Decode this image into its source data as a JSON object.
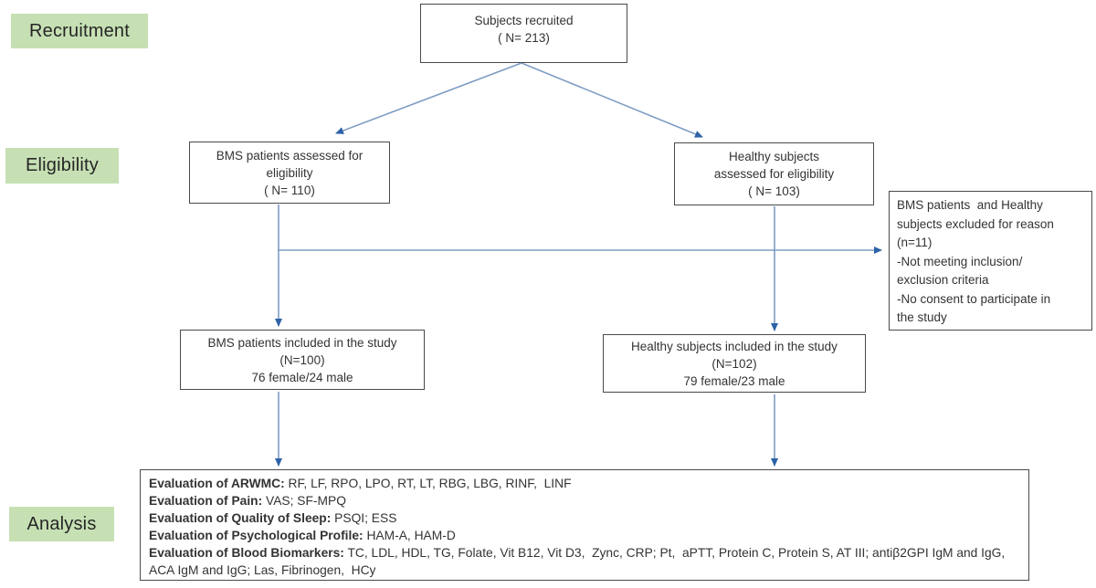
{
  "figure": {
    "type": "flowchart",
    "description_visible": false
  },
  "stage_labels": {
    "recruitment": "Recruitment",
    "eligibility": "Eligibility",
    "analysis": "Analysis"
  },
  "boxes": {
    "recruited": {
      "lines": [
        "Subjects recruited",
        "( N= 213)"
      ]
    },
    "bms_assessed": {
      "lines": [
        "BMS patients assessed for",
        "eligibility",
        "( N= 110)"
      ]
    },
    "healthy_assessed": {
      "lines": [
        "Healthy subjects",
        "assessed for eligibility",
        "( N= 103)"
      ]
    },
    "excluded": {
      "lines": [
        "BMS patients  and Healthy",
        "subjects excluded for reason",
        "(n=11)",
        "-Not meeting inclusion/",
        "exclusion criteria",
        "-No consent to participate in",
        "the study"
      ]
    },
    "bms_included": {
      "lines": [
        "BMS patients included in the study",
        "(N=100)",
        "76 female/24 male"
      ]
    },
    "healthy_included": {
      "lines": [
        "Healthy subjects included in the study",
        "(N=102)",
        "79 female/23 male"
      ]
    }
  },
  "analysis_box": {
    "entries": [
      {
        "label": "Evaluation of ARWMC:",
        "value": " RF, LF, RPO, LPO, RT, LT, RBG, LBG, RINF,  LINF"
      },
      {
        "label": "Evaluation of Pain:",
        "value": " VAS; SF-MPQ"
      },
      {
        "label": "Evaluation of Quality of Sleep:",
        "value": " PSQI; ESS"
      },
      {
        "label": "Evaluation of Psychological Profile:",
        "value": " HAM-A, HAM-D"
      },
      {
        "label": "Evaluation of Blood Biomarkers:",
        "value": " TC, LDL, HDL, TG, Folate, Vit B12, Vit D3,  Zync, CRP; Pt,  aPTT, Protein C, Protein S, AT III; antiβ2GPI IgM and IgG, ACA IgM and IgG; Las, Fibrinogen,  HCy"
      }
    ]
  },
  "colors": {
    "stage_green": "#c6e0b4",
    "box_border": "#4a4a4a",
    "connector_line": "#7f9dc4",
    "connector_head": "#2e62a8",
    "text": "#333333"
  }
}
